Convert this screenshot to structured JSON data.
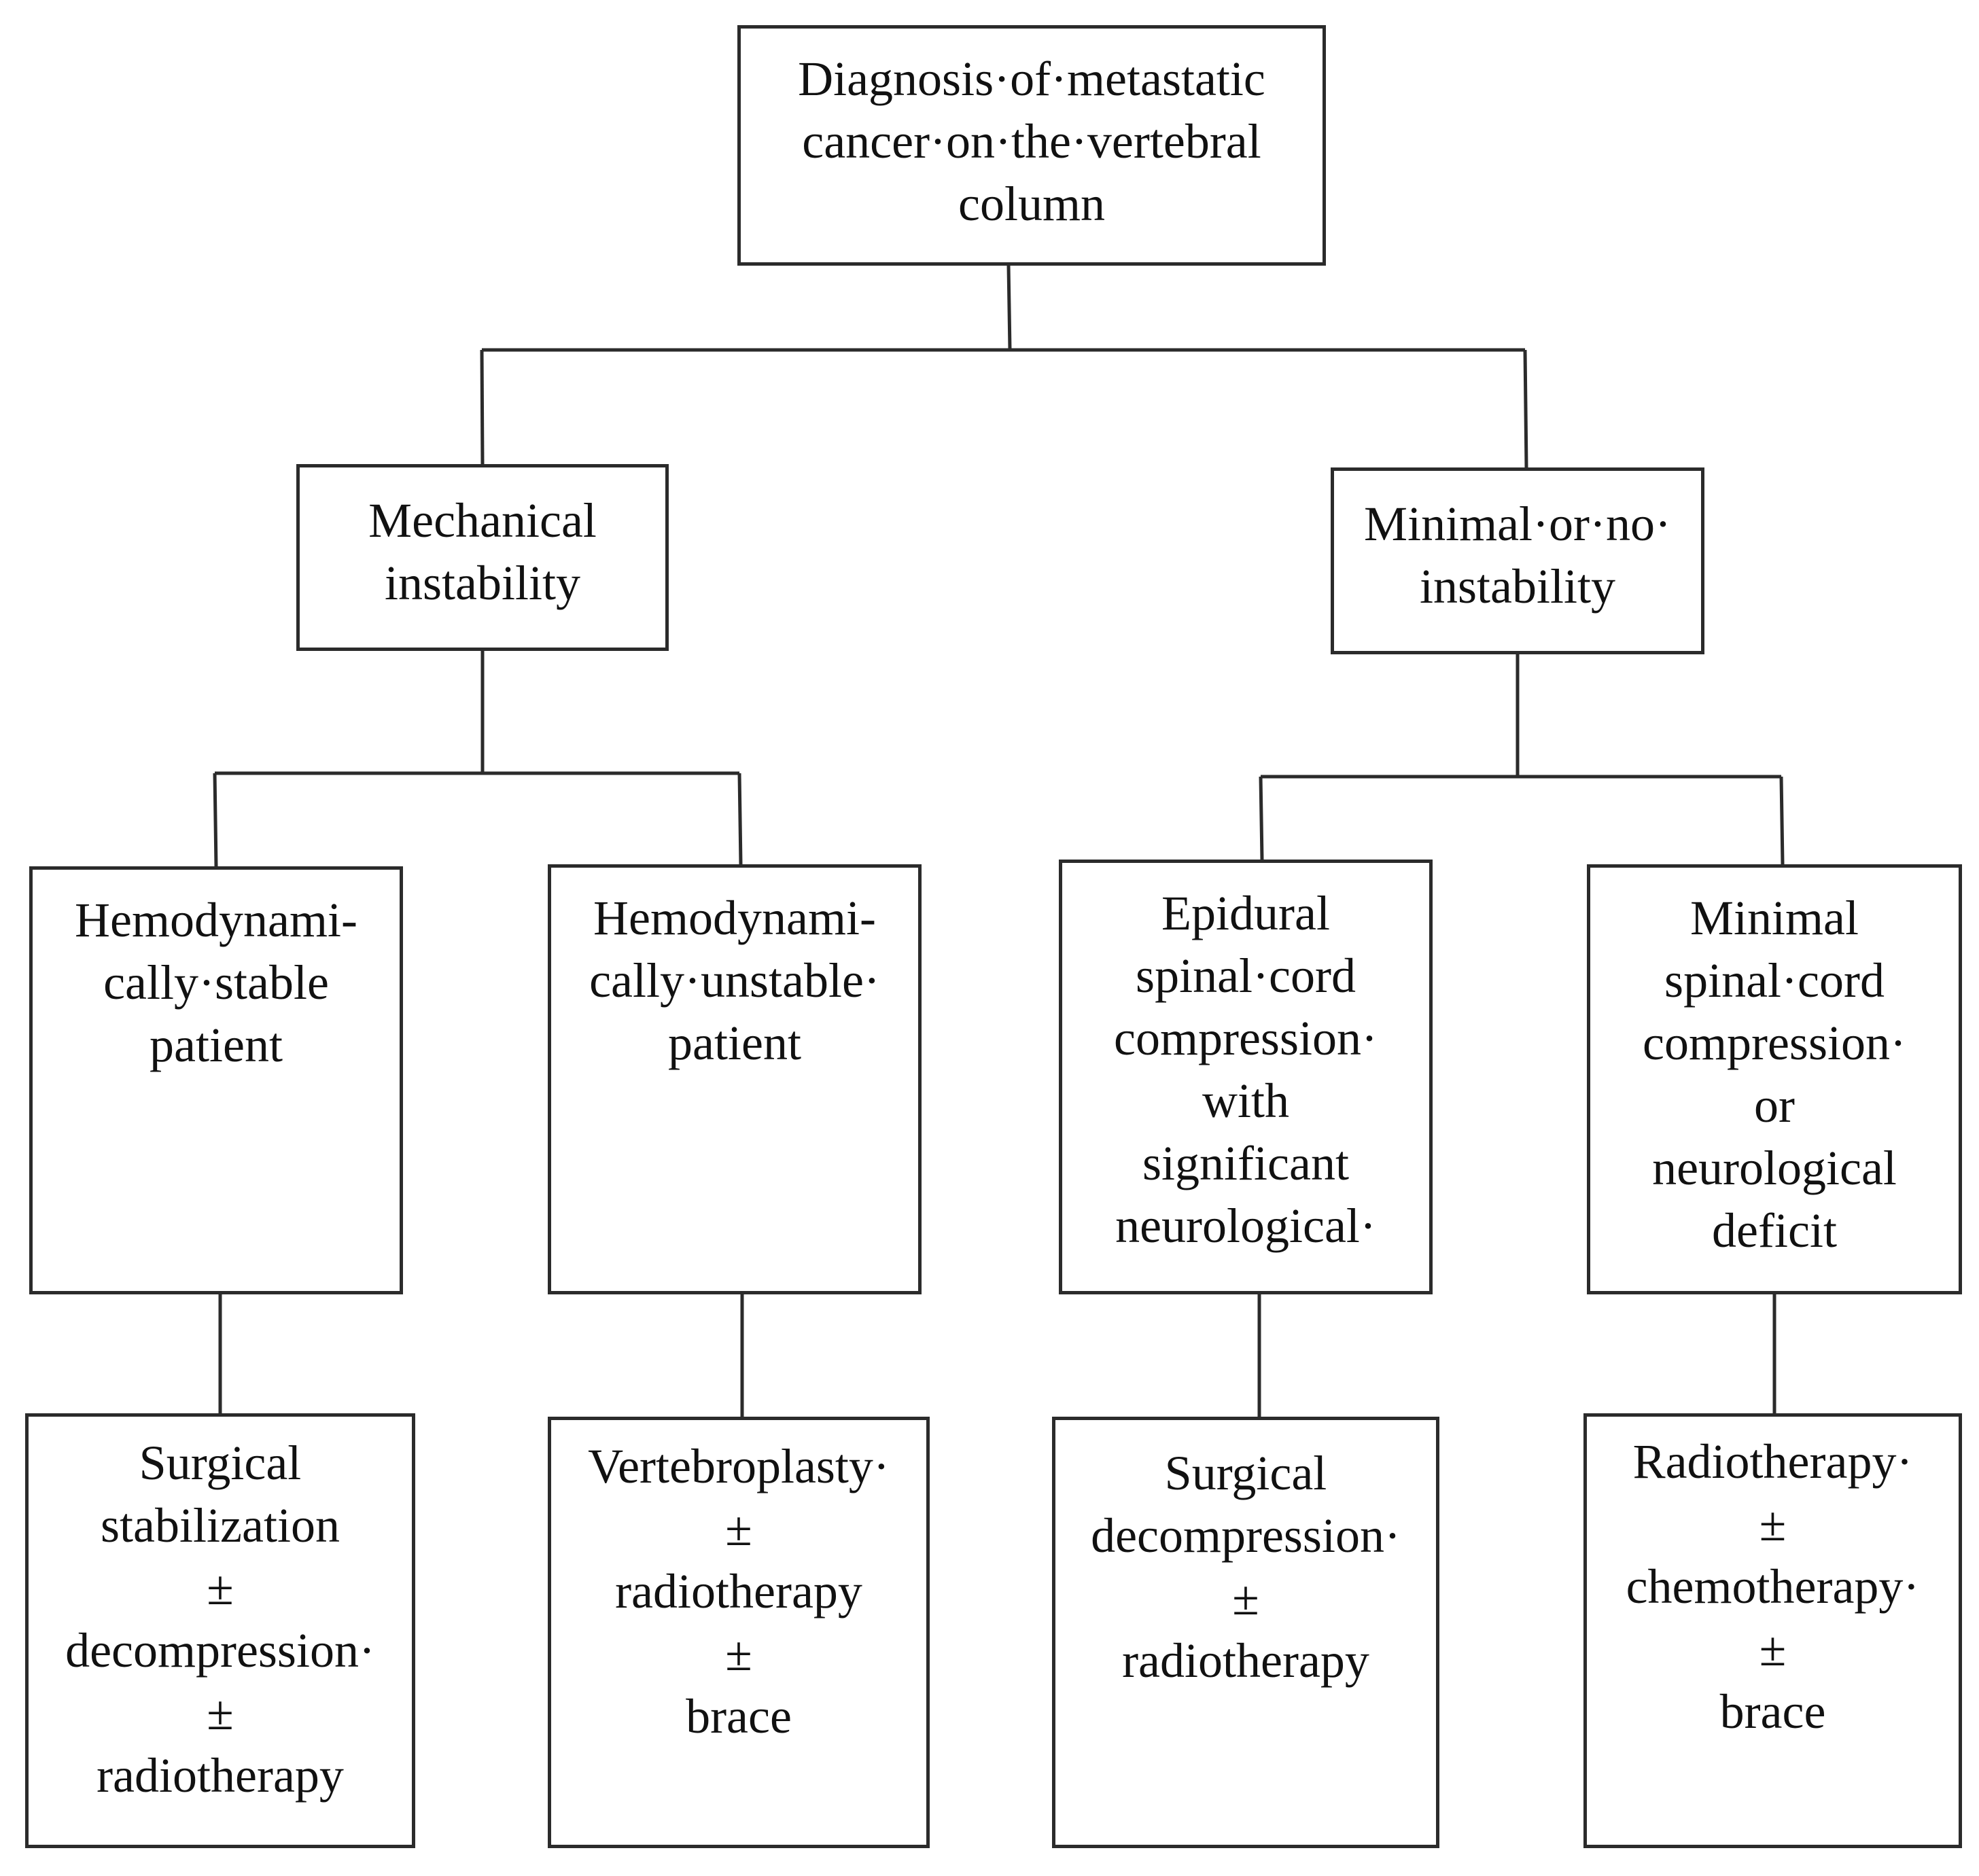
{
  "diagram": {
    "root": {
      "lines": [
        "Diagnosis·of·metastatic",
        "cancer·on·the·vertebral",
        "column"
      ]
    },
    "branches": [
      {
        "lines": [
          "Mechanical",
          "instability"
        ],
        "children": [
          {
            "condition": {
              "lines": [
                "Hemodynami-",
                "cally·stable",
                "patient"
              ]
            },
            "treatment": {
              "lines": [
                "Surgical",
                "stabilization",
                "±",
                "decompression·",
                "±",
                "radiotherapy"
              ]
            }
          },
          {
            "condition": {
              "lines": [
                "Hemodynami-",
                "cally·unstable·",
                "patient"
              ]
            },
            "treatment": {
              "lines": [
                "Vertebroplasty·",
                "±",
                "radiotherapy",
                "±",
                "brace"
              ]
            }
          }
        ]
      },
      {
        "lines": [
          "Minimal·or·no·",
          "instability"
        ],
        "children": [
          {
            "condition": {
              "lines": [
                "Epidural",
                "spinal·cord",
                "compression·",
                "with",
                "significant",
                "neurological·"
              ]
            },
            "treatment": {
              "lines": [
                "Surgical",
                "decompression·",
                "±",
                "radiotherapy"
              ]
            }
          },
          {
            "condition": {
              "lines": [
                "Minimal",
                "spinal·cord",
                "compression·",
                "or",
                "neurological",
                "deficit"
              ]
            },
            "treatment": {
              "lines": [
                "Radiotherapy·",
                "±",
                "chemotherapy·",
                "±",
                "brace"
              ]
            }
          }
        ]
      }
    ]
  }
}
